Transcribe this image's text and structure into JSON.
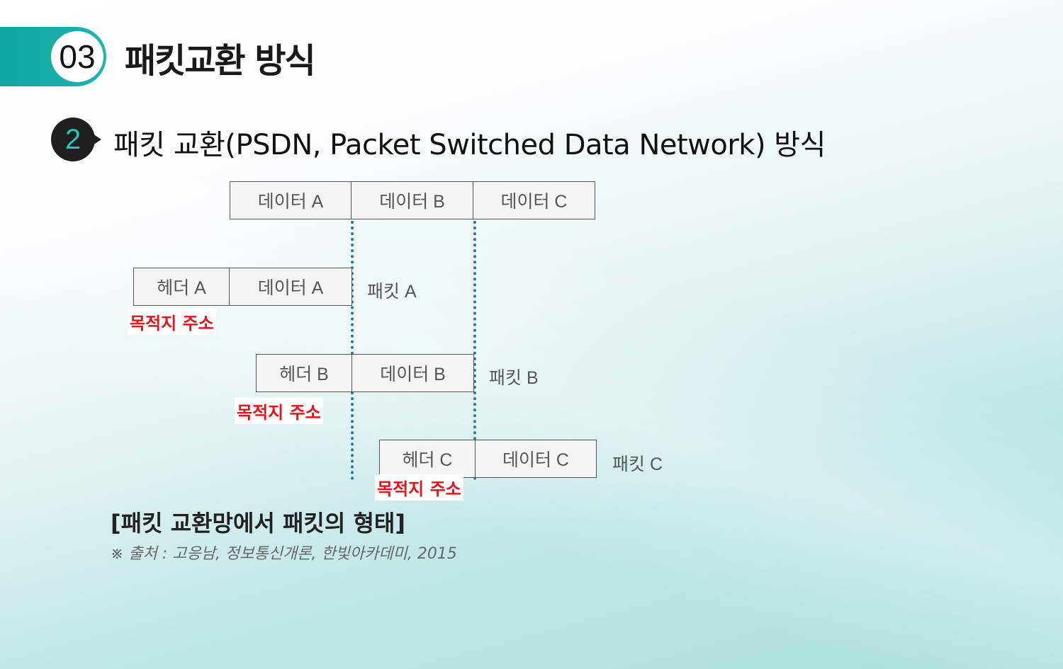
{
  "section": {
    "number": "03",
    "title": "패킷교환 방식"
  },
  "subsection": {
    "bullet": "2",
    "title": "패킷 교환(PSDN, Packet Switched Data Network) 방식"
  },
  "diagram": {
    "data_row": [
      "데이터 A",
      "데이터 B",
      "데이터 C"
    ],
    "packets": [
      {
        "header": "헤더 A",
        "data": "데이터 A",
        "label": "패킷 A",
        "dest": "목적지 주소"
      },
      {
        "header": "헤더 B",
        "data": "데이터 B",
        "label": "패킷 B",
        "dest": "목적지 주소"
      },
      {
        "header": "헤더 C",
        "data": "데이터 C",
        "label": "패킷 C",
        "dest": "목적지 주소"
      }
    ],
    "colors": {
      "dest_text": "#e0161b",
      "divider": "#1f7b99",
      "accent": "#0fa6a0"
    }
  },
  "caption": "[패킷 교환망에서 패킷의 형태]",
  "source": "※ 출처 : 고응남, 정보통신개론, 한빛아카데미, 2015"
}
